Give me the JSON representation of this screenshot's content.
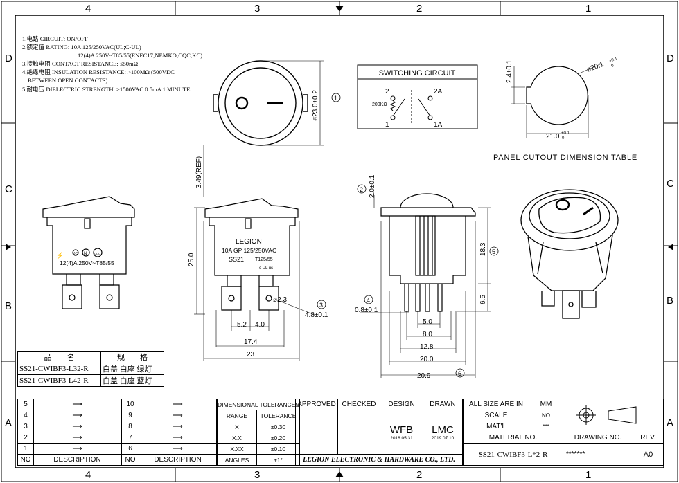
{
  "zones": {
    "top": [
      "4",
      "3",
      "2",
      "1"
    ],
    "bottom": [
      "4",
      "3",
      "2",
      "1"
    ],
    "left": [
      "D",
      "C",
      "B",
      "A"
    ],
    "right": [
      "D",
      "C",
      "B",
      "A"
    ]
  },
  "notes": [
    "1.电路 CIRCUIT: ON/OFF",
    "2.额定值 RATING: 10A 125/250VAC(UL;C-UL)",
    "12(4)A 250V~T85/55(ENEC17;NEMKO;CQC;KC)",
    "3.接触电阻 CONTACT RESISTANCE: ≤50mΩ",
    "4.绝缘电阻 INSULATION RESISTANCE: >100MΩ (500VDC",
    "BETWEEN OPEN CONTACTS)",
    "5.耐电压 DIELECTRIC STRENGTH: >1500VAC 0.5mA 1 MINUTE"
  ],
  "front_view": {
    "dia_label": "ø23.0±0.2",
    "balloon": "1"
  },
  "switching_circuit": {
    "title": "SWITCHING CIRCUIT",
    "terminals": [
      "2",
      "2A",
      "1",
      "1A"
    ],
    "resistor": "200KΩ"
  },
  "panel_cutout": {
    "title": "PANEL CUTOUT DIMENSION TABLE",
    "diameter": "ø20.1",
    "diameter_tol_upper": "+0.1",
    "diameter_tol_lower": "0",
    "flat_height": "2.4±0.1",
    "flat_width": "21.0",
    "flat_tol_upper": "+0.1",
    "flat_tol_lower": "0"
  },
  "side_view_left": {
    "marks": [
      "12(4)A 250V~T85/55"
    ],
    "logos": [
      "KC",
      "N",
      "CQC"
    ]
  },
  "side_view_main": {
    "ref_height": "3.49(REF)",
    "height": "25.0",
    "brand": "LEGION",
    "rating": "10A GP 125/250VAC",
    "model": "SS21",
    "temp": "T125/55",
    "ul_mark": "c UL us",
    "hole": "ø2.3",
    "terminal_spacing_a": "5.2",
    "terminal_spacing_b": "4.0",
    "terminal_pitch": "4.8±0.1",
    "width_body": "17.4",
    "width_total": "23",
    "balloon": "3"
  },
  "side_view_right": {
    "cap_height": "2.0±0.1",
    "height": "18.3",
    "terminal_length": "6.5",
    "terminal_thickness": "0.8±0.1",
    "dim_a": "5.0",
    "dim_b": "8.0",
    "dim_c": "12.8",
    "dim_d": "20.0",
    "dim_e": "20.9",
    "balloon_2": "2",
    "balloon_4": "4",
    "balloon_5": "5",
    "balloon_6": "6"
  },
  "parts_table": {
    "headers": [
      "品　　名",
      "规　　格"
    ],
    "rows": [
      [
        "SS21-CWIBF3-L32-R",
        "白盖 白座 绿灯"
      ],
      [
        "SS21-CWIBF3-L42-R",
        "白盖 白座 蓝灯"
      ]
    ]
  },
  "revisions": {
    "left_numbers": [
      "5",
      "4",
      "3",
      "2",
      "1"
    ],
    "right_numbers": [
      "10",
      "9",
      "8",
      "7",
      "6"
    ],
    "no_label": "NO",
    "desc_label": "DESCRIPTION"
  },
  "tolerances": {
    "title": "DIMENSIONAL TOLERANCES",
    "range_label": "RANGE",
    "tol_label": "TOLERANCE",
    "rows": [
      [
        "X",
        "±0.30"
      ],
      [
        "X.X",
        "±0.20"
      ],
      [
        "X.XX",
        "±0.10"
      ],
      [
        "ANGLES",
        "±1°"
      ]
    ]
  },
  "approval": {
    "approved": "APPROVED",
    "checked": "CHECKED",
    "design": "DESIGN",
    "drawn": "DRAWN",
    "design_name": "WFB",
    "design_date": "2018.05.31",
    "drawn_name": "LMC",
    "drawn_date": "2019.07.10",
    "company": "LEGION ELECTRONIC & HARDWARE CO., LTD."
  },
  "spec": {
    "size_label": "ALL SIZE ARE IN",
    "size_value": "MM",
    "scale_label": "SCALE",
    "scale_value": "NO",
    "mat_label": "MAT'L",
    "mat_value": "***",
    "material_no_label": "MATERIAL NO.",
    "material_no_value": "SS21-CWIBF3-L*2-R",
    "drawing_no_label": "DRAWING NO.",
    "drawing_no_value": "*******",
    "rev_label": "REV.",
    "rev_value": "A0"
  }
}
